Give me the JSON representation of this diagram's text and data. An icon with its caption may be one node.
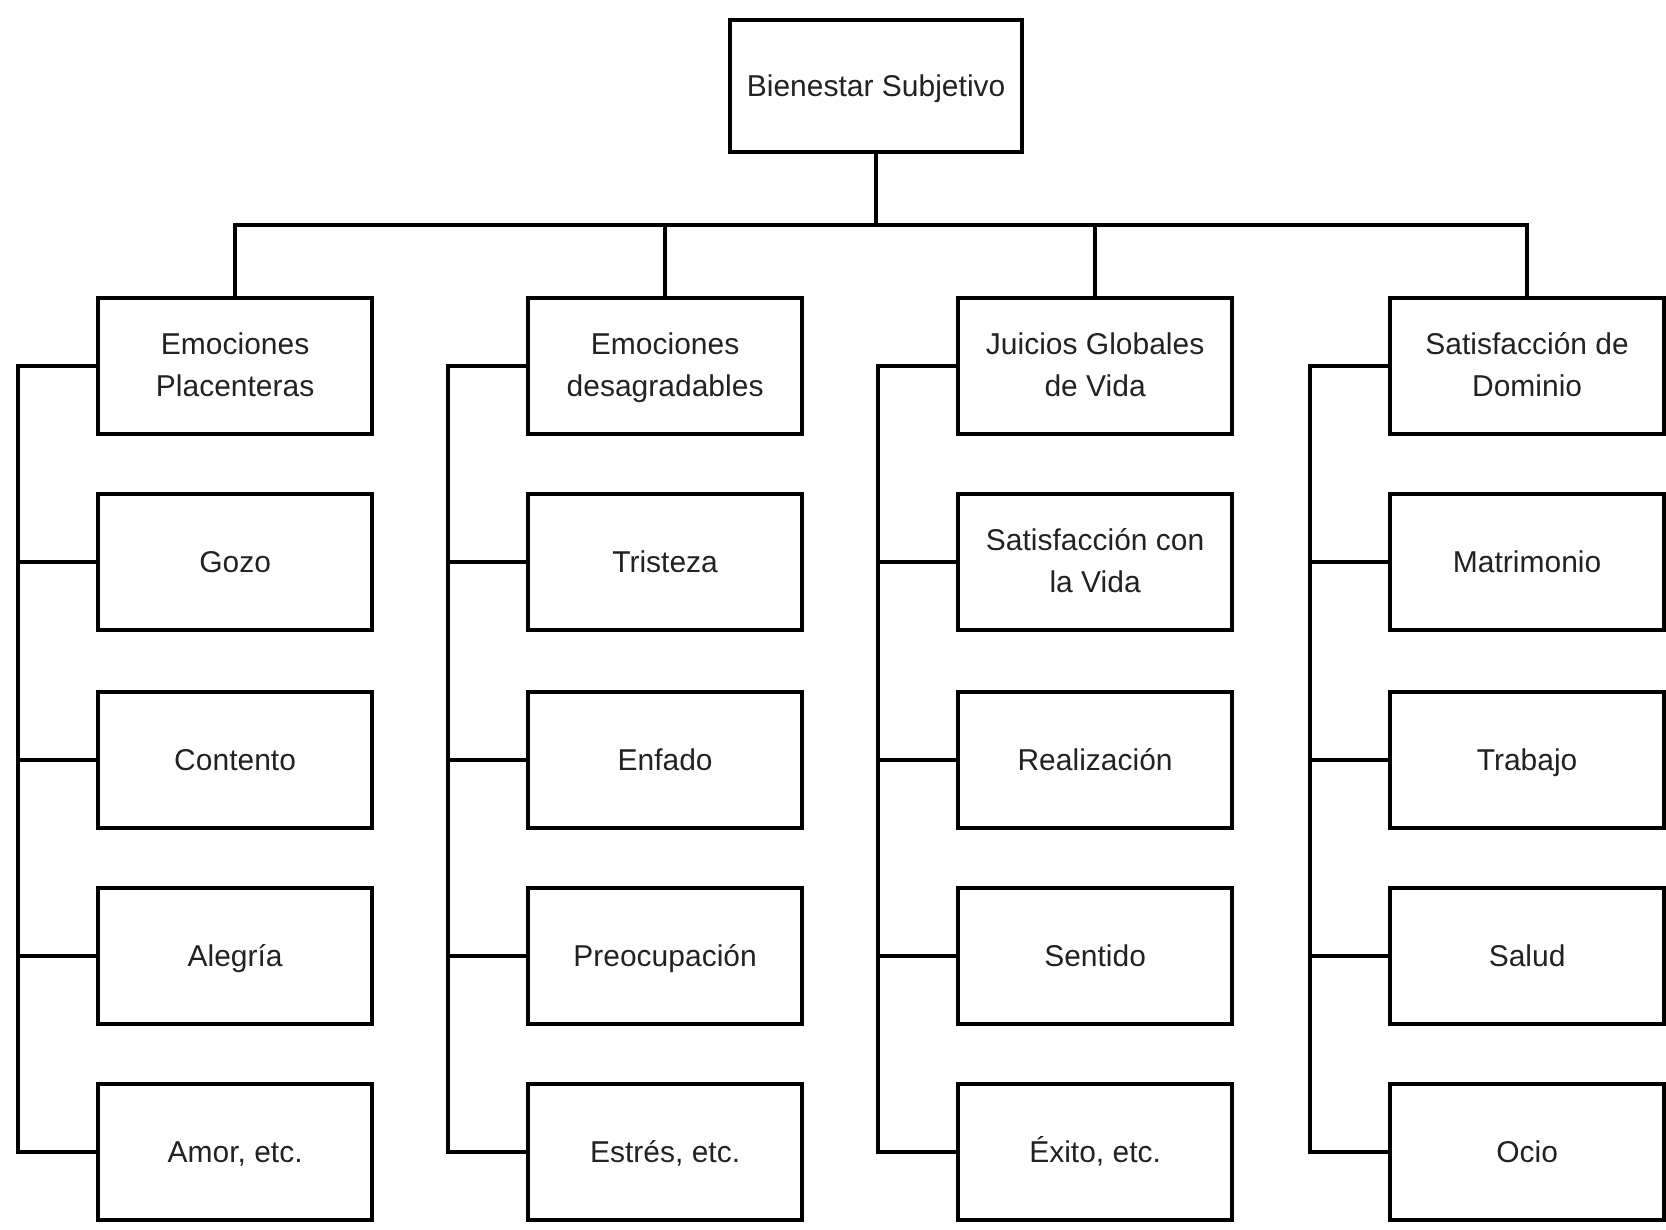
{
  "diagram": {
    "nodes": [
      {
        "text": [
          "Bienestar Subjetivo"
        ]
      },
      {
        "text": [
          "Emociones Placenteras"
        ]
      },
      {
        "text": [
          "Gozo"
        ]
      },
      {
        "text": [
          "Contento"
        ]
      },
      {
        "text": [
          "Alegría"
        ]
      },
      {
        "text": [
          "Amor, etc."
        ]
      },
      {
        "text": [
          "Emociones desagradables"
        ]
      },
      {
        "text": [
          "Tristeza"
        ]
      },
      {
        "text": [
          "Enfado"
        ]
      },
      {
        "text": [
          "Preocupación"
        ]
      },
      {
        "text": [
          "Estrés, etc."
        ]
      },
      {
        "text": [
          "Juicios Globales de Vida"
        ]
      },
      {
        "text": [
          "Satisfacción con la Vida"
        ]
      },
      {
        "text": [
          "Realización"
        ]
      },
      {
        "text": [
          "Sentido"
        ]
      },
      {
        "text": [
          "Éxito, etc."
        ]
      },
      {
        "text": [
          "Satisfacción de Dominio"
        ]
      },
      {
        "text": [
          "Matrimonio"
        ]
      },
      {
        "text": [
          "Trabajo"
        ]
      },
      {
        "text": [
          "Salud"
        ]
      },
      {
        "text": [
          "Ocio"
        ]
      }
    ],
    "edges": [
      {
        "from": 0,
        "to": 1,
        "arrow": "none"
      },
      {
        "from": 0,
        "to": 6,
        "arrow": "none"
      },
      {
        "from": 0,
        "to": 11,
        "arrow": "none"
      },
      {
        "from": 0,
        "to": 16,
        "arrow": "none"
      },
      {
        "from": 1,
        "to": 2,
        "arrow": "none"
      },
      {
        "from": 1,
        "to": 3,
        "arrow": "none"
      },
      {
        "from": 1,
        "to": 4,
        "arrow": "none"
      },
      {
        "from": 1,
        "to": 5,
        "arrow": "none"
      },
      {
        "from": 6,
        "to": 7,
        "arrow": "none"
      },
      {
        "from": 6,
        "to": 8,
        "arrow": "none"
      },
      {
        "from": 6,
        "to": 9,
        "arrow": "none"
      },
      {
        "from": 6,
        "to": 10,
        "arrow": "none"
      },
      {
        "from": 11,
        "to": 12,
        "arrow": "none"
      },
      {
        "from": 11,
        "to": 13,
        "arrow": "none"
      },
      {
        "from": 11,
        "to": 14,
        "arrow": "none"
      },
      {
        "from": 11,
        "to": 15,
        "arrow": "none"
      },
      {
        "from": 16,
        "to": 17,
        "arrow": "none"
      },
      {
        "from": 16,
        "to": 18,
        "arrow": "none"
      },
      {
        "from": 16,
        "to": 19,
        "arrow": "none"
      },
      {
        "from": 16,
        "to": 20,
        "arrow": "none"
      }
    ]
  }
}
